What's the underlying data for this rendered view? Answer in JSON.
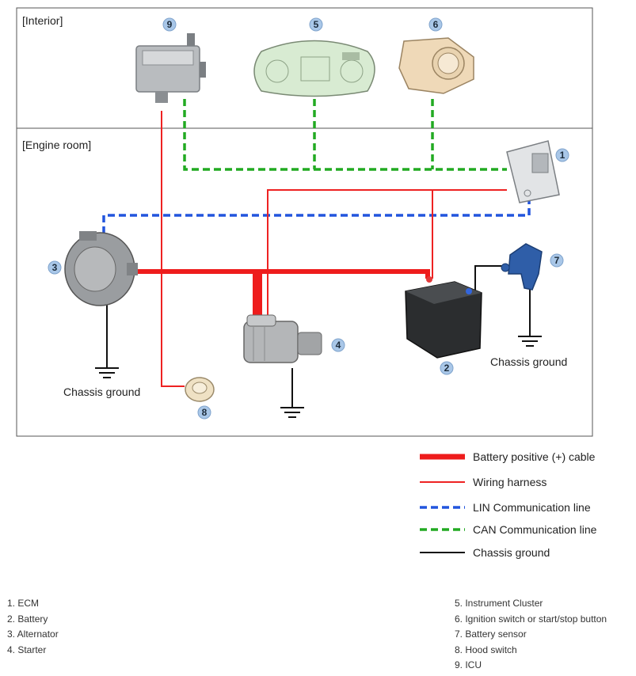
{
  "regions": {
    "interior_label": "[Interior]",
    "engine_room_label": "[Engine room]"
  },
  "badges": {
    "ecm": "1",
    "battery": "2",
    "alternator": "3",
    "starter": "4",
    "cluster": "5",
    "ignition": "6",
    "battery_sensor": "7",
    "hood_switch": "8",
    "icu": "9"
  },
  "ground_labels": {
    "alternator": "Chassis ground",
    "battery_sensor": "Chassis ground"
  },
  "legend": {
    "battery_cable": "Battery positive (+) cable",
    "wiring_harness": "Wiring harness",
    "lin_line": "LIN Communication line",
    "can_line": "CAN Communication line",
    "chassis_ground": "Chassis ground"
  },
  "components_left": [
    "1. ECM",
    "2. Battery",
    "3. Alternator",
    "4. Starter"
  ],
  "components_right": [
    "5. Instrument Cluster",
    "6. Ignition switch or start/stop button",
    "7. Battery sensor",
    "8. Hood switch",
    "9. ICU"
  ],
  "colors": {
    "battery_cable": "#ee1c1c",
    "wiring_harness": "#ee2222",
    "lin": "#2255dd",
    "can": "#22aa22",
    "ground": "#111111",
    "badge_fill": "#a9c7e8"
  }
}
